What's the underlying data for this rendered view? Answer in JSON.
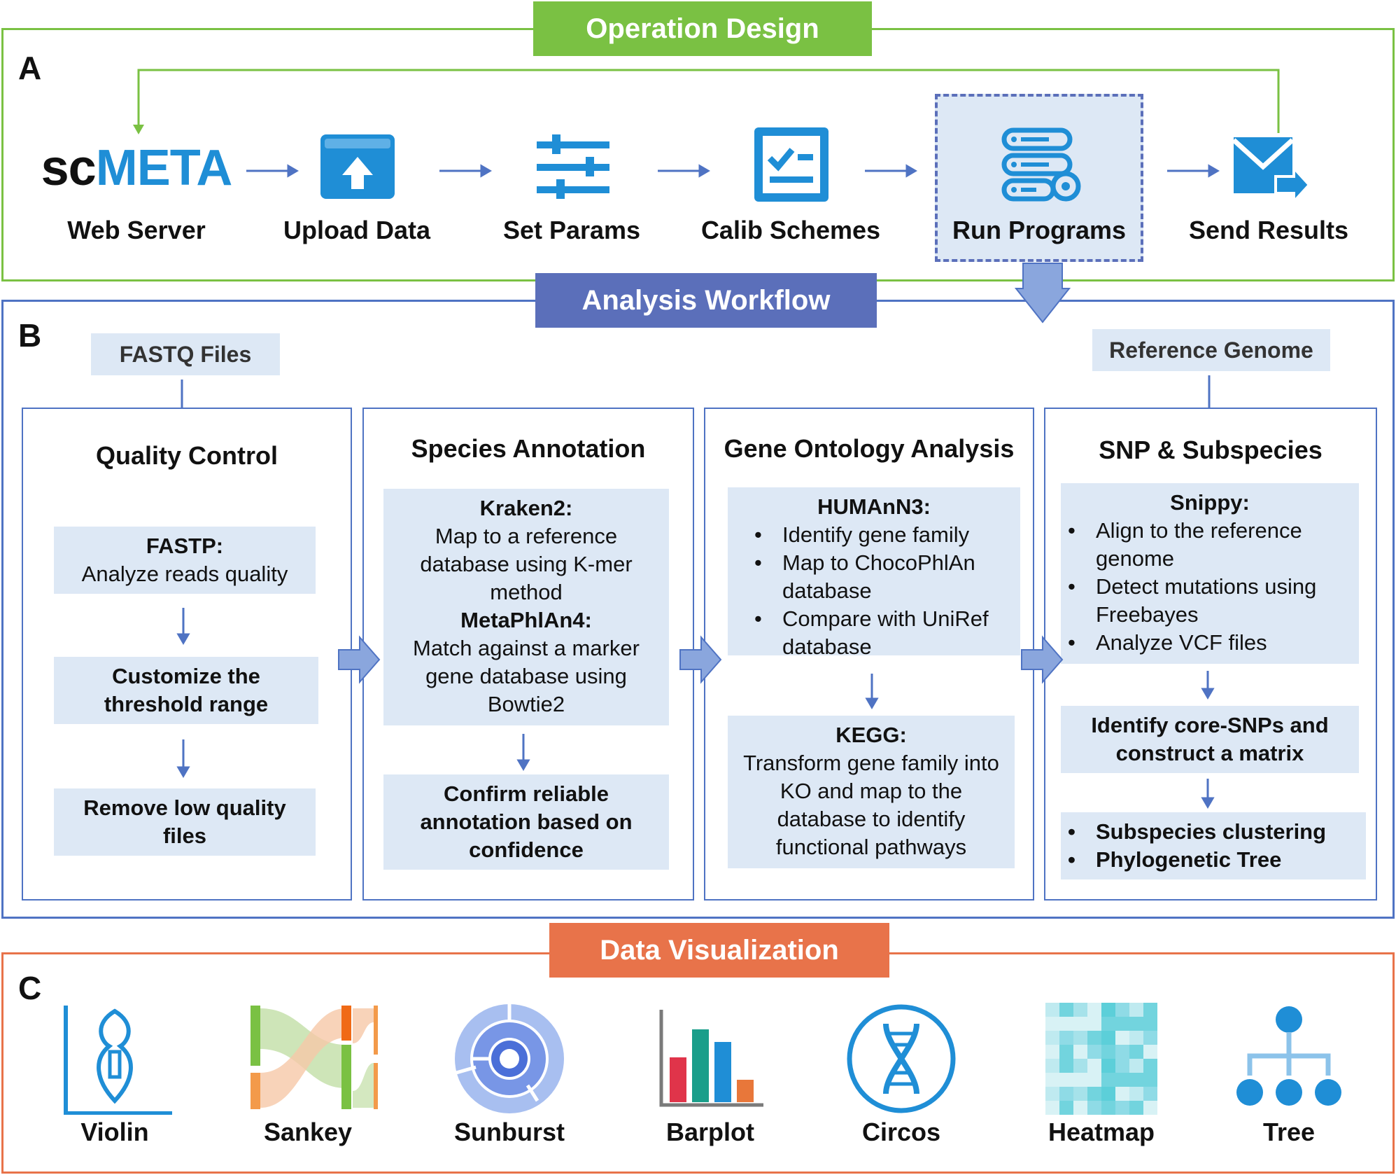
{
  "panel_a": {
    "letter": "A",
    "banner": "Operation Design",
    "steps": [
      {
        "label": "Web Server",
        "icon": "scmeta-logo",
        "logo_sc": "sc",
        "logo_meta": "META"
      },
      {
        "label": "Upload Data",
        "icon": "upload-icon"
      },
      {
        "label": "Set Params",
        "icon": "sliders-icon"
      },
      {
        "label": "Calib Schemes",
        "icon": "checklist-icon"
      },
      {
        "label": "Run Programs",
        "icon": "server-gear-icon"
      },
      {
        "label": "Send Results",
        "icon": "send-mail-icon"
      }
    ]
  },
  "panel_b": {
    "letter": "B",
    "banner": "Analysis Workflow",
    "input_fastq": "FASTQ Files",
    "input_reference": "Reference Genome",
    "quality_control": {
      "title": "Quality Control",
      "fastp_title": "FASTP:",
      "fastp_text": "Analyze reads quality",
      "customize": "Customize the threshold range",
      "remove": "Remove low quality files"
    },
    "species_annotation": {
      "title": "Species Annotation",
      "kraken_title": "Kraken2:",
      "kraken_text": "Map to a reference database using K-mer method",
      "metaphlan_title": "MetaPhlAn4:",
      "metaphlan_text": "Match against a marker gene database using Bowtie2",
      "confirm": "Confirm reliable annotation based on confidence"
    },
    "gene_ontology": {
      "title": "Gene Ontology Analysis",
      "humann_title": "HUMAnN3:",
      "humann_items": [
        "Identify gene family",
        "Map to ChocoPhlAn database",
        "Compare with UniRef database"
      ],
      "kegg_title": "KEGG:",
      "kegg_text": "Transform gene family into KO and map to the database to identify functional pathways"
    },
    "snp": {
      "title": "SNP & Subspecies",
      "snippy_title": "Snippy:",
      "snippy_items": [
        "Align to the reference genome",
        "Detect mutations using Freebayes",
        "Analyze VCF files"
      ],
      "core": "Identify core-SNPs and construct a matrix",
      "final_items": [
        "Subspecies clustering",
        "Phylogenetic Tree"
      ]
    }
  },
  "panel_c": {
    "letter": "C",
    "banner": "Data Visualization",
    "items": [
      {
        "label": "Violin",
        "icon": "violin-icon"
      },
      {
        "label": "Sankey",
        "icon": "sankey-icon"
      },
      {
        "label": "Sunburst",
        "icon": "sunburst-icon"
      },
      {
        "label": "Barplot",
        "icon": "barplot-icon"
      },
      {
        "label": "Circos",
        "icon": "circos-dna-icon"
      },
      {
        "label": "Heatmap",
        "icon": "heatmap-icon"
      },
      {
        "label": "Tree",
        "icon": "tree-icon"
      }
    ]
  },
  "colors": {
    "green": "#7ac143",
    "blue_banner": "#5b6fba",
    "orange": "#e8734a",
    "icon_blue": "#1f8ed6",
    "box_fill": "#dde8f5"
  }
}
